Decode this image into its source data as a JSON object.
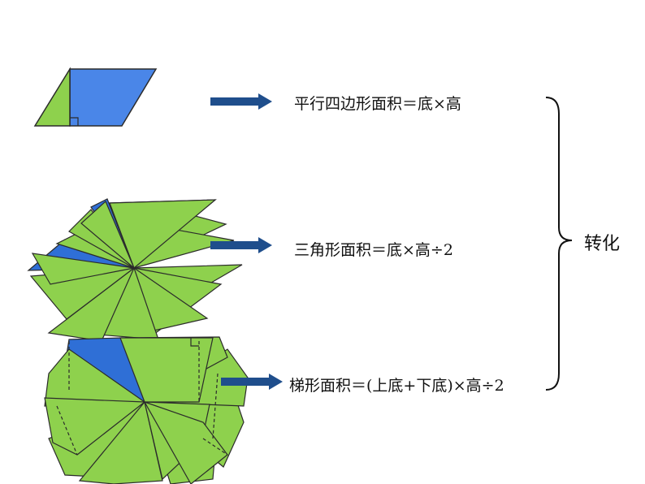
{
  "formulas": {
    "parallelogram": "平行四边形面积＝底×高",
    "triangle": "三角形面积＝底×高÷2",
    "trapezoid": "梯形面积＝(上底+下底)×高÷2"
  },
  "conclusion": "转化",
  "colors": {
    "blue_fill": "#4a86e8",
    "green_fill": "#8ed14d",
    "outline": "#2b2b2b",
    "arrow": "#1f4e8c"
  }
}
